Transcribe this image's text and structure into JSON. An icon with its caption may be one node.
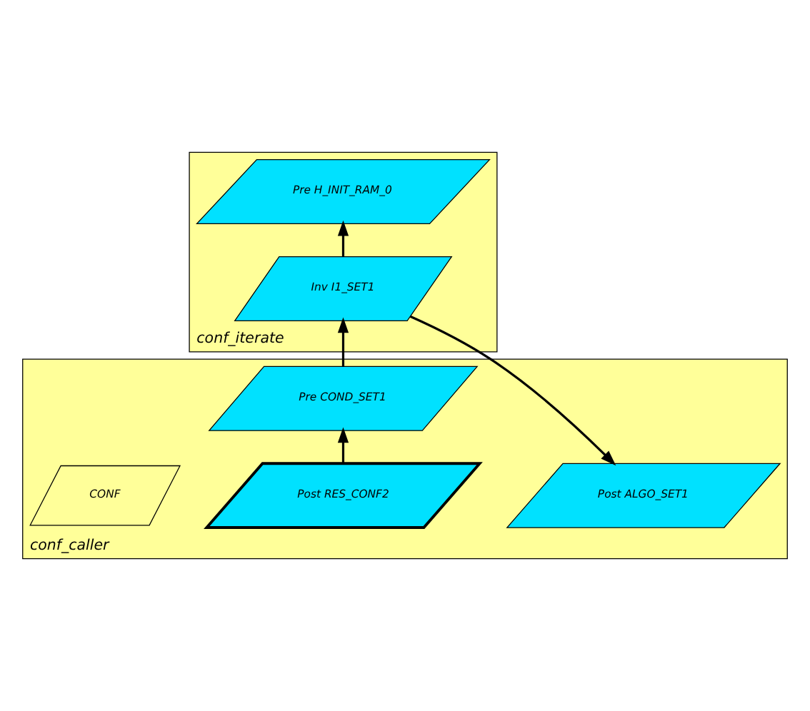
{
  "diagram": {
    "nodes": [
      {
        "text": [
          "conf_iterate"
        ]
      },
      {
        "text": [
          "Pre H_INIT_RAM_0"
        ],
        "in": 0
      },
      {
        "text": [
          "Inv I1_SET1"
        ],
        "in": 0
      },
      {
        "text": [
          "conf_caller"
        ]
      },
      {
        "text": [
          "Pre COND_SET1"
        ],
        "in": 3
      },
      {
        "text": [
          "Post ALGO_SET1"
        ],
        "in": 3
      },
      {
        "text": [
          "Post RES_CONF2"
        ],
        "in": 3
      },
      {
        "text": [
          "CONF"
        ],
        "in": 3
      }
    ],
    "edges": [
      {
        "from": 4,
        "to": 2,
        "arrow": "to"
      },
      {
        "from": 2,
        "to": 1,
        "arrow": "to"
      },
      {
        "from": 2,
        "to": 5,
        "arrow": "to"
      },
      {
        "from": 6,
        "to": 4,
        "arrow": "to"
      }
    ]
  }
}
